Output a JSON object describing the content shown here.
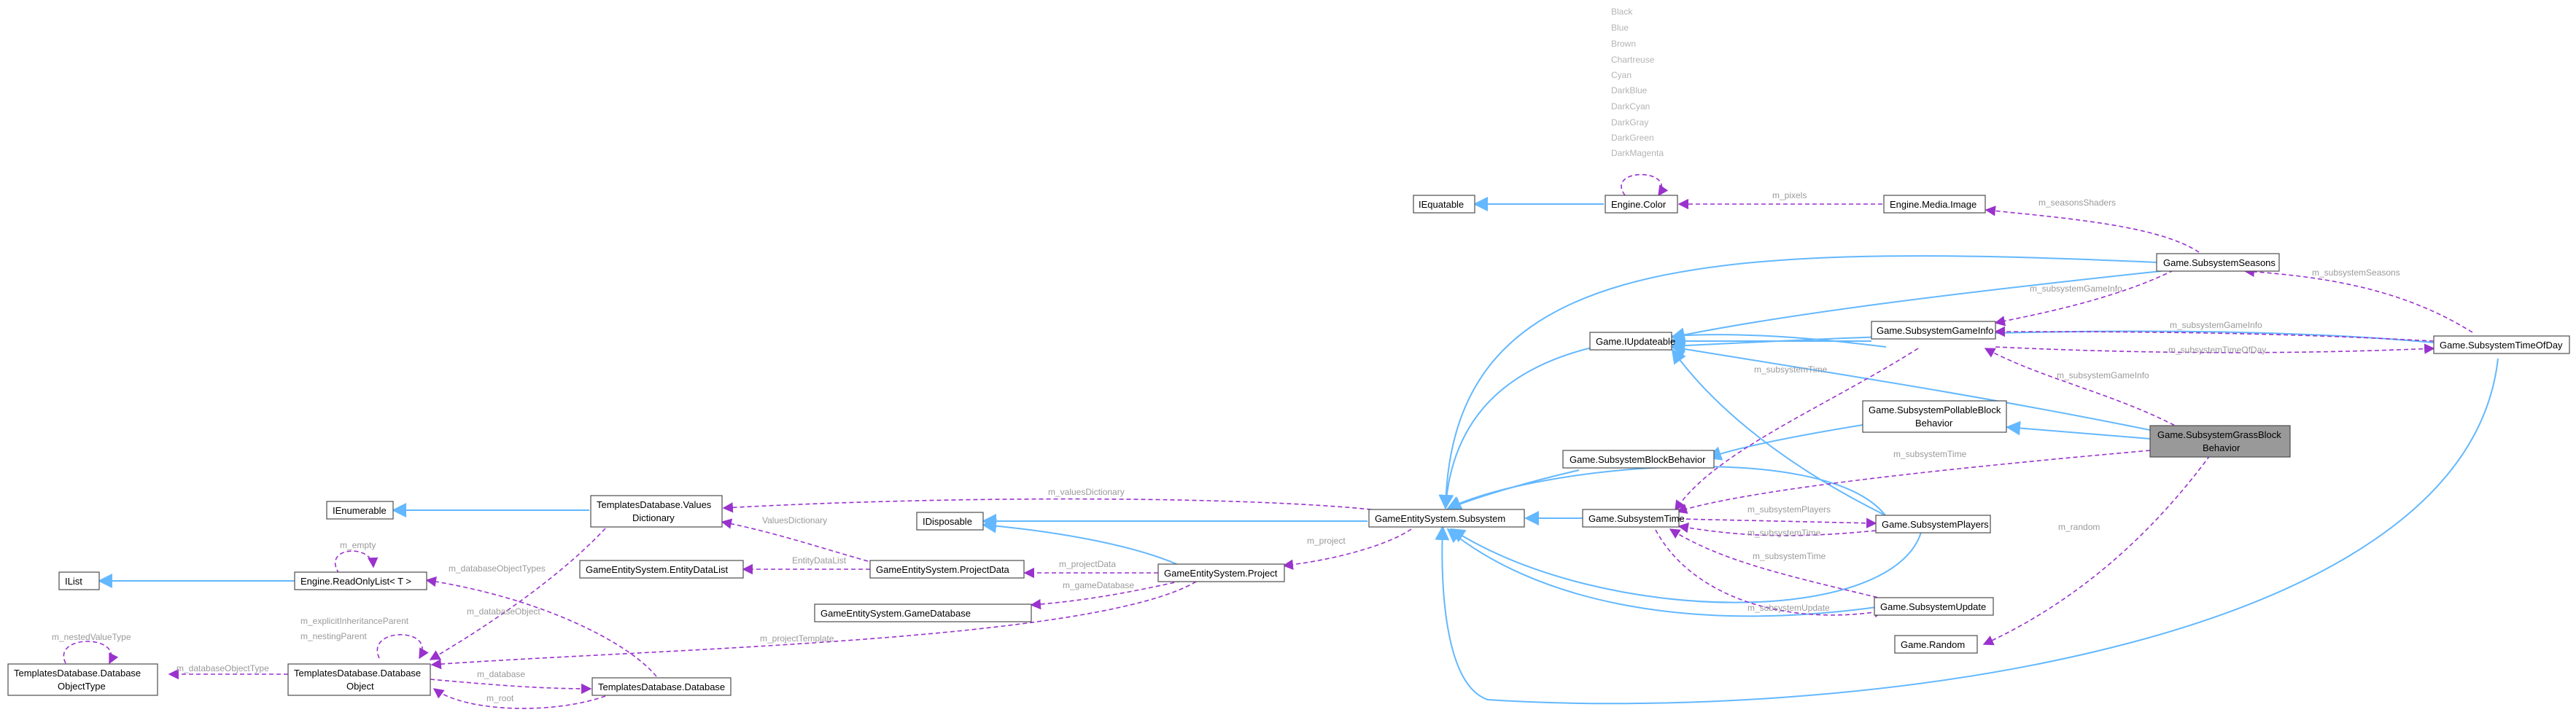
{
  "colors": {
    "inherit_edge": "#63b8ff",
    "usage_edge": "#9a32cd",
    "focus_node_fill": "#999999",
    "label_text": "#9a9a9a"
  },
  "nodes": {
    "color_list": [
      "Black",
      "Blue",
      "Brown",
      "Chartreuse",
      "Cyan",
      "DarkBlue",
      "DarkCyan",
      "DarkGray",
      "DarkGreen",
      "DarkMagenta"
    ],
    "iequatable": "IEquatable",
    "engine_color": "Engine.Color",
    "engine_media_image": "Engine.Media.Image",
    "subsystem_seasons": "Game.SubsystemSeasons",
    "subsystem_game_info": "Game.SubsystemGameInfo",
    "iupdateable": "Game.IUpdateable",
    "subsystem_time_of_day": "Game.SubsystemTimeOfDay",
    "subsystem_pollable_1": "Game.SubsystemPollableBlock",
    "subsystem_pollable_2": "Behavior",
    "subsystem_grass_1": "Game.SubsystemGrassBlock",
    "subsystem_grass_2": "Behavior",
    "subsystem_block_behavior": "Game.SubsystemBlockBehavior",
    "ienumerable": "IEnumerable",
    "values_dictionary_1": "TemplatesDatabase.Values",
    "values_dictionary_2": "Dictionary",
    "idisposable": "IDisposable",
    "ges_subsystem": "GameEntitySystem.Subsystem",
    "subsystem_time": "Game.SubsystemTime",
    "subsystem_players": "Game.SubsystemPlayers",
    "ilist": "IList",
    "readonly_list": "Engine.ReadOnlyList< T >",
    "entity_data_list": "GameEntitySystem.EntityDataList",
    "project_data": "GameEntitySystem.ProjectData",
    "ges_project": "GameEntitySystem.Project",
    "game_database": "GameEntitySystem.GameDatabase",
    "subsystem_update": "Game.SubsystemUpdate",
    "db_object_type_1": "TemplatesDatabase.Database",
    "db_object_type_2": "ObjectType",
    "db_object_1": "TemplatesDatabase.Database",
    "db_object_2": "Object",
    "templates_database": "TemplatesDatabase.Database",
    "game_random": "Game.Random"
  },
  "edge_labels": {
    "m_pixels": "m_pixels",
    "m_seasons_shaders": "m_seasonsShaders",
    "m_subsystem_seasons": "m_subsystemSeasons",
    "m_subsystem_game_info_a": "m_subsystemGameInfo",
    "m_subsystem_game_info_b": "m_subsystemGameInfo",
    "m_subsystem_time_of_day": "m_subsystemTimeOfDay",
    "m_subsystem_game_info_c": "m_subsystemGameInfo",
    "m_subsystem_time_a": "m_subsystemTime",
    "m_subsystem_time_b": "m_subsystemTime",
    "m_subsystem_players": "m_subsystemPlayers",
    "m_subsystem_time_c": "m_subsystemTime",
    "m_subsystem_time_d": "m_subsystemTime",
    "m_subsystem_update": "m_subsystemUpdate",
    "m_random": "m_random",
    "m_values_dictionary": "m_valuesDictionary",
    "values_dictionary": "ValuesDictionary",
    "entity_data_list": "EntityDataList",
    "m_project_data": "m_projectData",
    "m_project": "m_project",
    "m_game_database": "m_gameDatabase",
    "m_project_template": "m_projectTemplate",
    "m_empty": "m_empty",
    "m_database_object_types": "m_databaseObjectTypes",
    "m_database_object": "m_databaseObject",
    "m_explicit_inheritance_parent": "m_explicitInheritanceParent",
    "m_nesting_parent": "m_nestingParent",
    "m_nested_value_type": "m_nestedValueType",
    "m_database_object_type": "m_databaseObjectType",
    "m_database": "m_database",
    "m_root": "m_root"
  }
}
